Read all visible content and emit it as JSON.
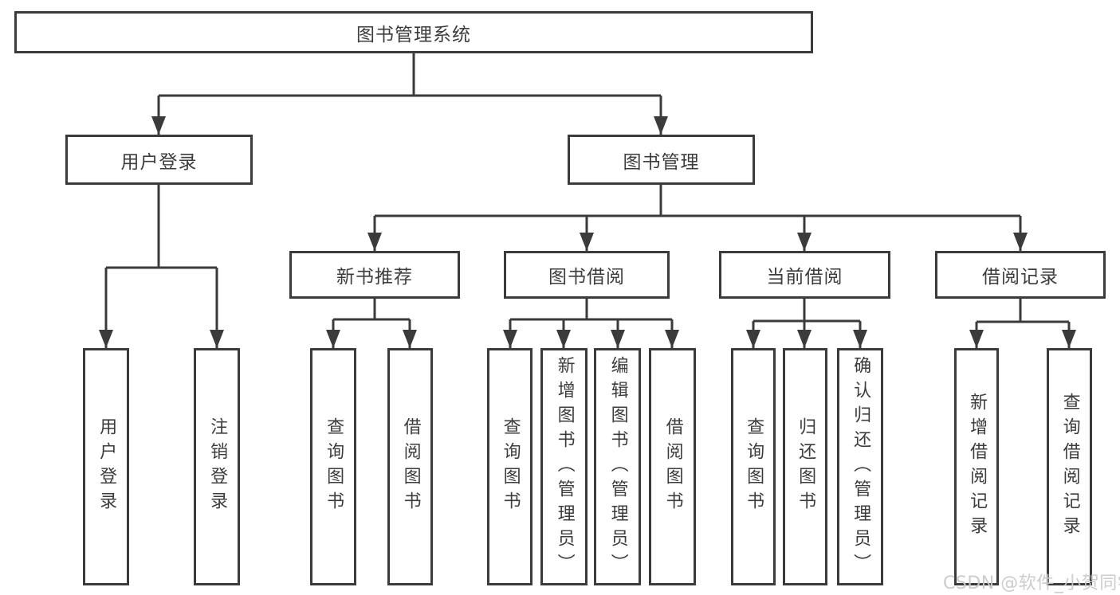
{
  "tree": {
    "label": "图书管理系统",
    "children": [
      {
        "label": "用户登录",
        "children": [
          {
            "label": "用户登录"
          },
          {
            "label": "注销登录"
          }
        ]
      },
      {
        "label": "图书管理",
        "children": [
          {
            "label": "新书推荐",
            "children": [
              {
                "label": "查询图书"
              },
              {
                "label": "借阅图书"
              }
            ]
          },
          {
            "label": "图书借阅",
            "children": [
              {
                "label": "查询图书"
              },
              {
                "label": "新增图书（管理员）"
              },
              {
                "label": "编辑图书（管理员）"
              },
              {
                "label": "借阅图书"
              }
            ]
          },
          {
            "label": "当前借阅",
            "children": [
              {
                "label": "查询图书"
              },
              {
                "label": "归还图书"
              },
              {
                "label": "确认归还（管理员）"
              }
            ]
          },
          {
            "label": "借阅记录",
            "children": [
              {
                "label": "新增借阅记录"
              },
              {
                "label": "查询借阅记录"
              }
            ]
          }
        ]
      }
    ]
  },
  "watermark": {
    "text": "CSDN @软件_小贺同学"
  },
  "colors": {
    "line": "#3b3b3b",
    "text": "#3c3c3c",
    "background": "#ffffff",
    "watermark": "#c9c9c9"
  }
}
